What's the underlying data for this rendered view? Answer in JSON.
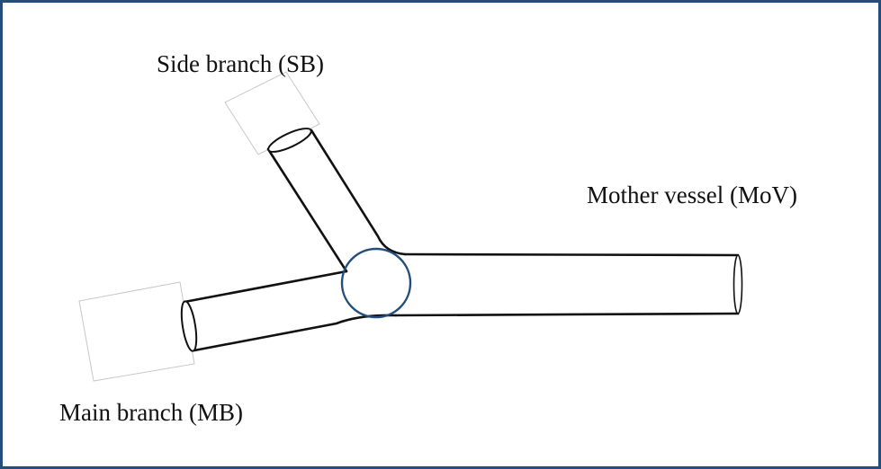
{
  "labels": {
    "side_branch": "Side branch (SB)",
    "mother_vessel": "Mother vessel (MoV)",
    "main_branch": "Main branch (MB)"
  },
  "colors": {
    "border": "#244d7b",
    "vessel_stroke": "#111111",
    "bifurcation_marker": "#244d7b",
    "cross_section_box": "#c8c8c8",
    "text": "#111111"
  }
}
